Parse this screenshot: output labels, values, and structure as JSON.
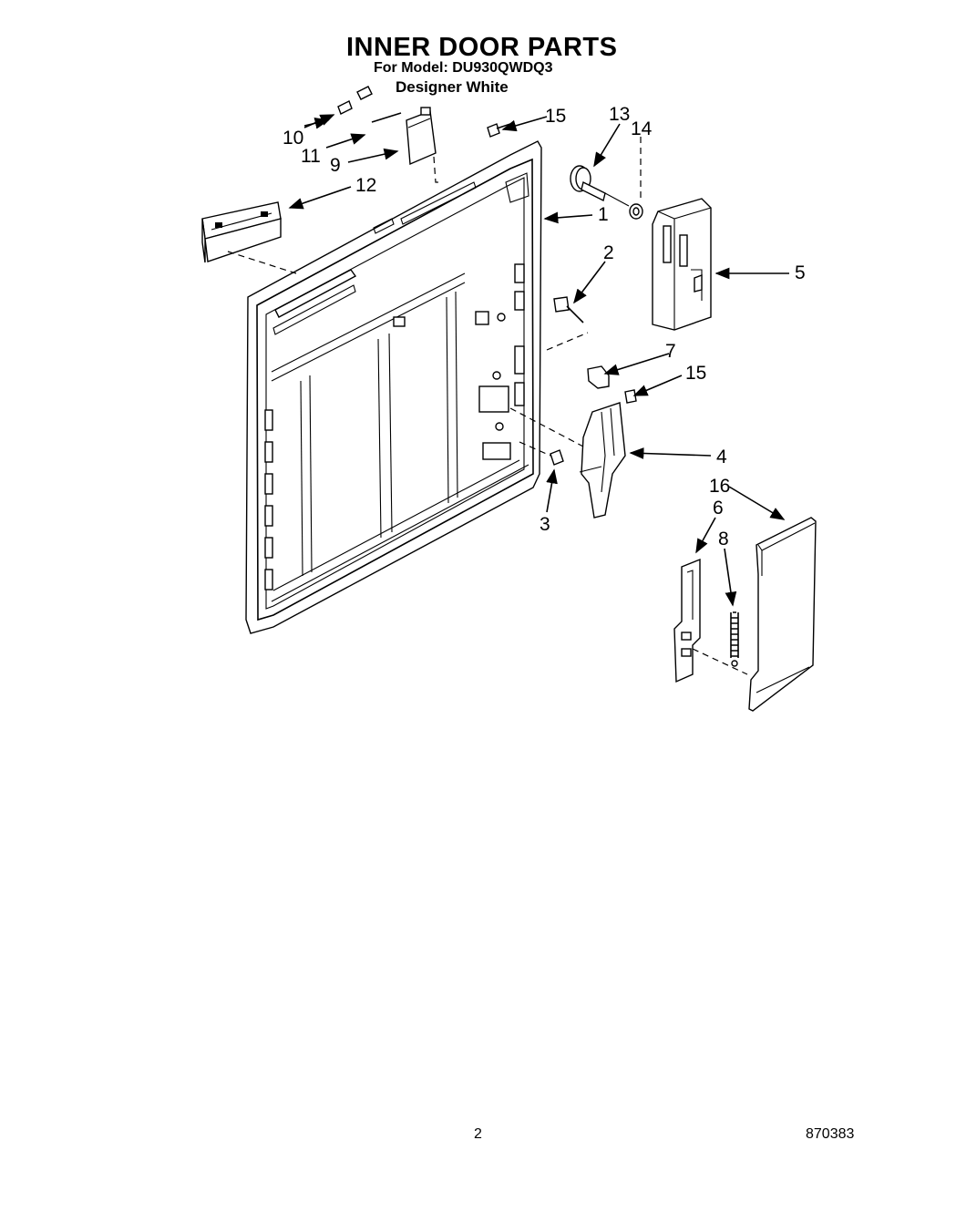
{
  "header": {
    "title": "INNER DOOR PARTS",
    "model": "For Model: DU930QWDQ3",
    "variant": "Designer White"
  },
  "callouts": [
    "1",
    "2",
    "3",
    "4",
    "5",
    "6",
    "7",
    "8",
    "9",
    "10",
    "11",
    "12",
    "13",
    "14",
    "15",
    "15",
    "16"
  ],
  "footer": {
    "page_number": "2",
    "document_number": "870383"
  }
}
